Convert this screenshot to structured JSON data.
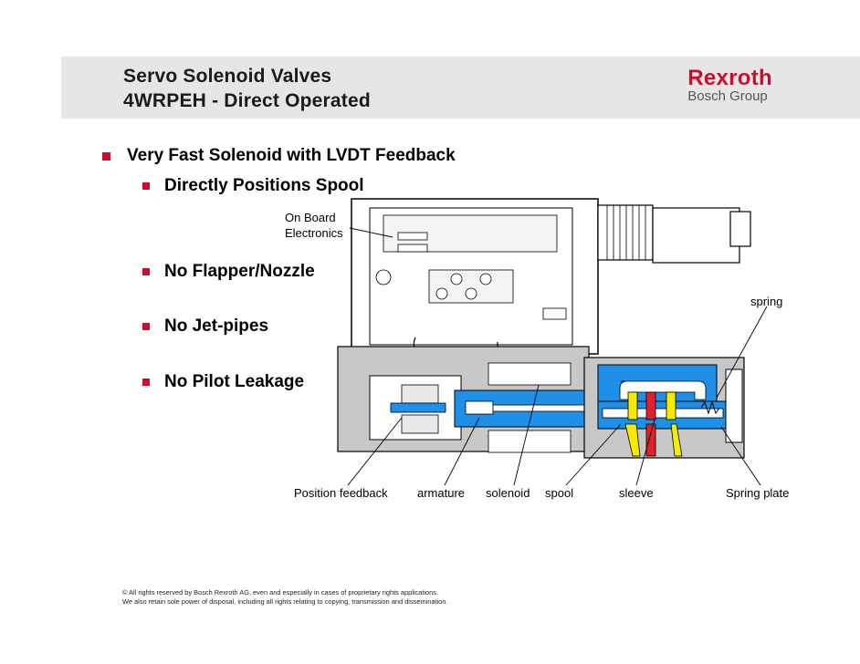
{
  "header": {
    "title_line1": "Servo Solenoid Valves",
    "title_line2": "4WRPEH - Direct Operated",
    "brand_name": "Rexroth",
    "brand_group": "Bosch Group",
    "brand_color": "#c8102e"
  },
  "bullets": {
    "main": "Very Fast Solenoid with LVDT Feedback",
    "sub": [
      "Directly Positions Spool",
      "No Flapper/Nozzle",
      "No Jet-pipes",
      "No Pilot Leakage"
    ]
  },
  "diagram": {
    "labels": {
      "on_board_line1": "On Board",
      "on_board_line2": "Electronics",
      "spring": "spring",
      "position_feedback": "Position feedback",
      "armature": "armature",
      "solenoid": "solenoid",
      "spool": "spool",
      "sleeve": "sleeve",
      "spring_plate": "Spring plate"
    },
    "colors": {
      "hydraulic_blue": "#1e90e8",
      "pressure_red": "#e0202a",
      "port_yellow": "#f5ea00",
      "housing_gray": "#c8c8c8"
    }
  },
  "footer": {
    "line1": "© All rights reserved by Bosch Rexroth AG, even and especially in cases of proprietary rights applications.",
    "line2": "We also retain sole power of disposal, including all rights relating to copying, transmission and dissemination."
  }
}
